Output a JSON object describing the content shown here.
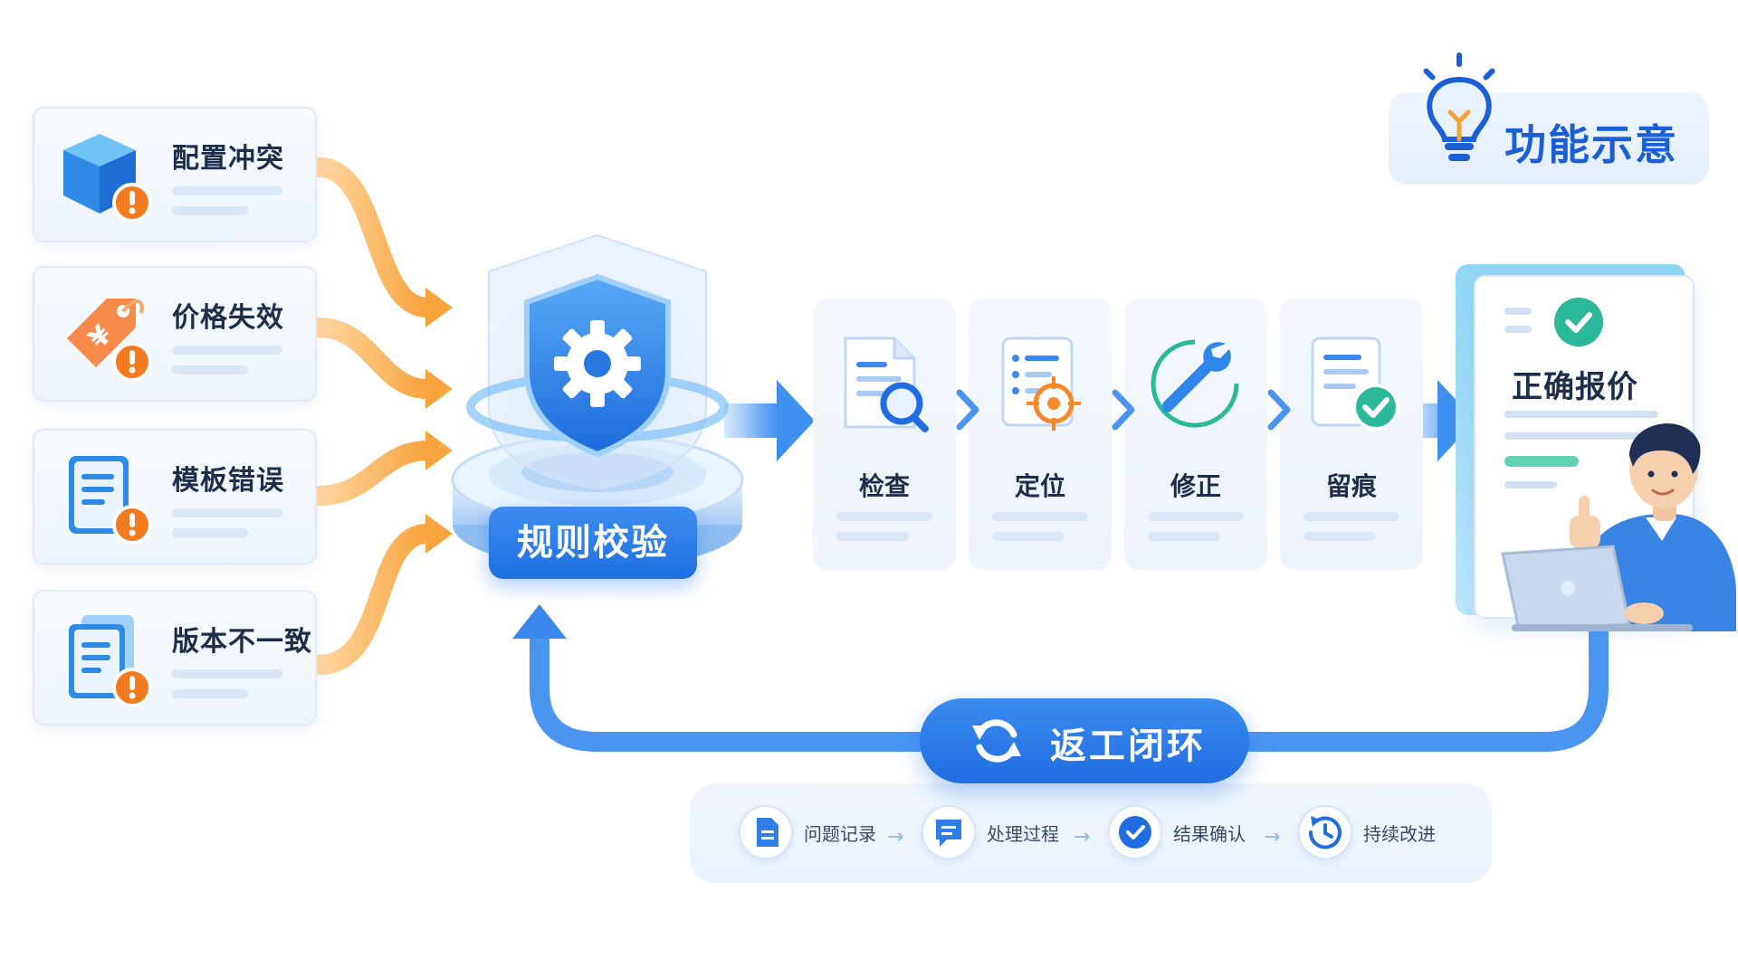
{
  "title": "功能示意",
  "issues": [
    {
      "label": "配置冲突",
      "icon": "cube-warning-icon"
    },
    {
      "label": "价格失效",
      "icon": "price-tag-warning-icon"
    },
    {
      "label": "模板错误",
      "icon": "document-warning-icon"
    },
    {
      "label": "版本不一致",
      "icon": "stacked-documents-warning-icon"
    }
  ],
  "rule_check": {
    "label": "规则校验",
    "icon": "shield-gear-icon"
  },
  "steps": [
    {
      "label": "检查",
      "icon": "document-search-icon"
    },
    {
      "label": "定位",
      "icon": "list-target-icon"
    },
    {
      "label": "修正",
      "icon": "wrench-icon"
    },
    {
      "label": "留痕",
      "icon": "document-check-icon"
    }
  ],
  "result": {
    "label": "正确报价",
    "icon": "check-circle-icon"
  },
  "loop": {
    "label": "返工闭环",
    "icon": "refresh-icon"
  },
  "sub_steps": [
    {
      "label": "问题记录",
      "icon": "document-icon"
    },
    {
      "label": "处理过程",
      "icon": "chat-icon"
    },
    {
      "label": "结果确认",
      "icon": "check-circle-icon"
    },
    {
      "label": "持续改进",
      "icon": "history-icon"
    }
  ],
  "sub_arrow": "→",
  "colors": {
    "primary": "#1f6de0",
    "accent_orange": "#f7a43c",
    "warning": "#f47a1f",
    "success": "#2bb99a"
  }
}
